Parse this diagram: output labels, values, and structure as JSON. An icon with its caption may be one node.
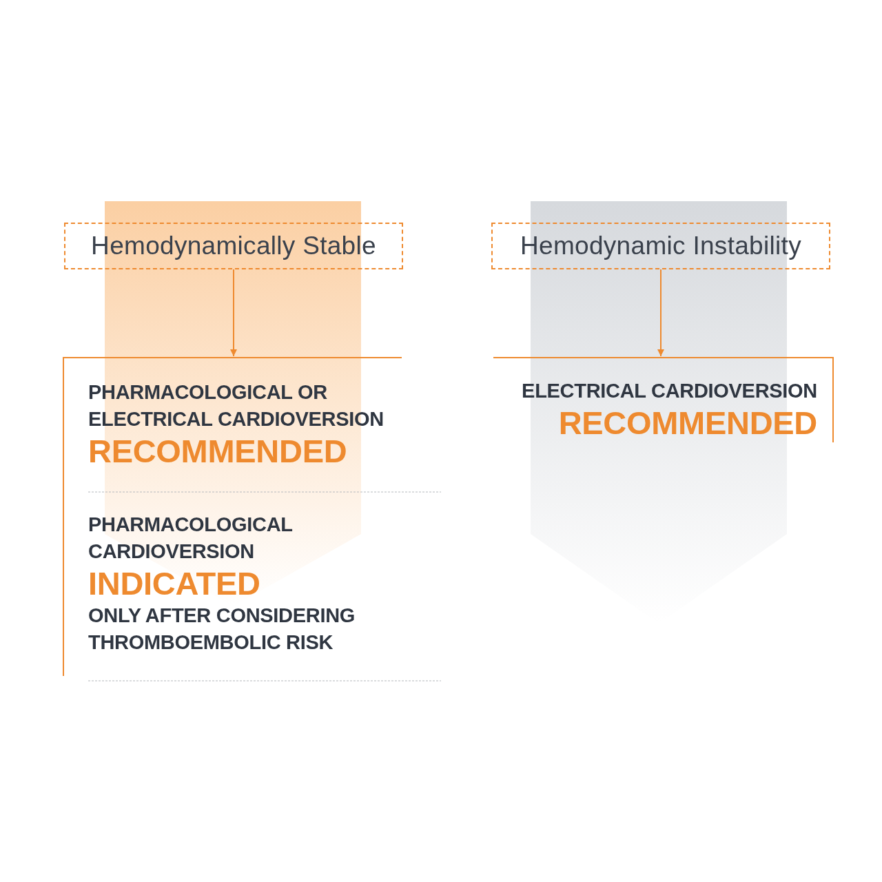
{
  "diagram": {
    "nodes": [
      {
        "text": [
          "Hemodynamically Stable"
        ]
      },
      {
        "text": [],
        "shape": "box"
      },
      {
        "text": [
          "PHARMACOLOGICAL OR ELECTRICAL CARDIOVERSION",
          "RECOMMENDED"
        ],
        "in": 1
      },
      {
        "text": [
          "PHARMACOLOGICAL CARDIOVERSION",
          "INDICATED",
          "ONLY AFTER CONSIDERING THROMBOEMBOLIC RISK"
        ],
        "in": 1
      },
      {
        "text": [
          "Hemodynamic Instability"
        ]
      },
      {
        "text": [
          "ELECTRICAL CARDIOVERSION",
          "RECOMMENDED"
        ]
      }
    ],
    "edges": [
      {
        "from": 0,
        "to": 1,
        "arrow": "to"
      },
      {
        "from": 4,
        "to": 5,
        "arrow": "to"
      }
    ]
  }
}
